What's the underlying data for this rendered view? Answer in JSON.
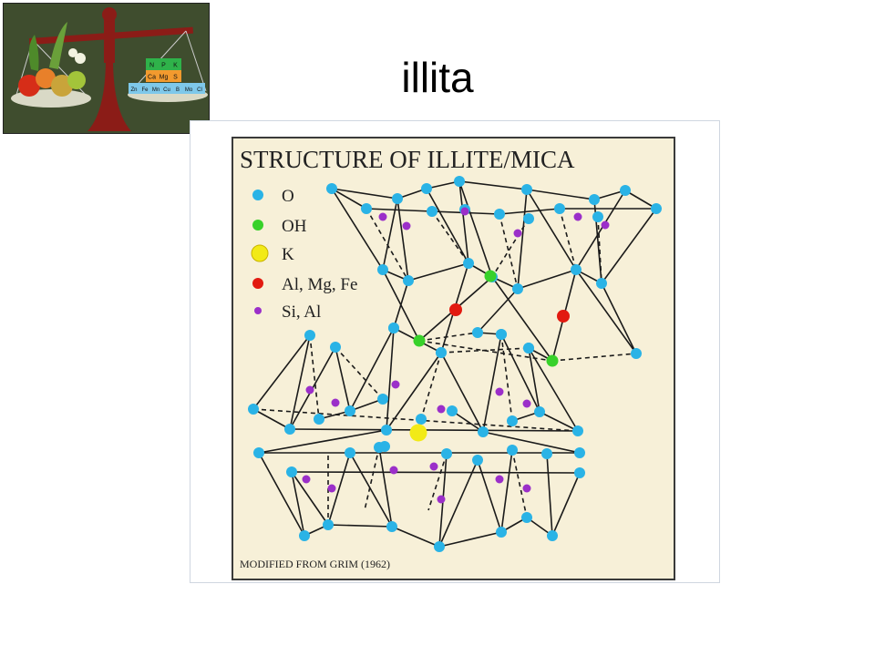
{
  "slide": {
    "title": "illita"
  },
  "logo": {
    "cells": [
      "N",
      "P",
      "K",
      "Ca",
      "Mg",
      "S",
      "Zn",
      "Fe",
      "Mn",
      "Cu",
      "B",
      "Mo",
      "Cl"
    ]
  },
  "figure": {
    "title": "STRUCTURE OF ILLITE/MICA",
    "credit": "MODIFIED FROM GRIM (1962)",
    "legend": [
      {
        "label": "O",
        "color": "#2ab3e6"
      },
      {
        "label": "OH",
        "color": "#38d12a"
      },
      {
        "label": "K",
        "color": "#f2ea17"
      },
      {
        "label": "Al, Mg, Fe",
        "color": "#e21a10"
      },
      {
        "label": "Si, Al",
        "color": "#9b2fc9"
      }
    ],
    "colors": {
      "background": "#f7f0d8",
      "border": "#3a3a3a",
      "bond": "#1a1a1a"
    }
  }
}
